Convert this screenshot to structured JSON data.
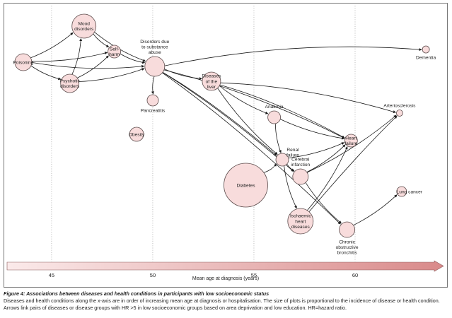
{
  "figure": {
    "axis": {
      "title": "Mean age at diagnosis (years)",
      "min": 42.8,
      "max": 64.3,
      "ticks": [
        45,
        50,
        55,
        60
      ],
      "gridlines": [
        45,
        50,
        55,
        60
      ]
    },
    "nodes": [
      {
        "id": "poisoning",
        "label": [
          "Poisoning"
        ],
        "age": 43.6,
        "level": 0.78,
        "r": 12,
        "label_pos": "inside"
      },
      {
        "id": "mood",
        "label": [
          "Mood",
          "disorders"
        ],
        "age": 46.6,
        "level": 0.95,
        "r": 17,
        "label_pos": "inside"
      },
      {
        "id": "psychotic",
        "label": [
          "Psychotic",
          "disorders"
        ],
        "age": 45.9,
        "level": 0.68,
        "r": 13,
        "label_pos": "inside"
      },
      {
        "id": "selfharm",
        "label": [
          "Self-",
          "harm"
        ],
        "age": 48.1,
        "level": 0.83,
        "r": 9,
        "label_pos": "inside"
      },
      {
        "id": "substance",
        "label": [
          "Disorders due",
          "to substance",
          "abuse"
        ],
        "age": 50.1,
        "level": 0.76,
        "r": 14,
        "label_pos": "above"
      },
      {
        "id": "pancreatitis",
        "label": [
          "Pancreatitis"
        ],
        "age": 50.0,
        "level": 0.6,
        "r": 8,
        "label_pos": "below"
      },
      {
        "id": "obesity",
        "label": [
          "Obesity"
        ],
        "age": 49.2,
        "level": 0.44,
        "r": 10,
        "label_pos": "inside"
      },
      {
        "id": "liver",
        "label": [
          "Diseases",
          "of the",
          "liver"
        ],
        "age": 52.9,
        "level": 0.69,
        "r": 13,
        "label_pos": "inside"
      },
      {
        "id": "anaemia",
        "label": [
          "Anaemia"
        ],
        "age": 56.0,
        "level": 0.52,
        "r": 9,
        "label_pos": "above"
      },
      {
        "id": "diabetes",
        "label": [
          "Diabetes"
        ],
        "age": 54.6,
        "level": 0.2,
        "r": 31,
        "label_pos": "inside"
      },
      {
        "id": "renal",
        "label": [
          "Renal",
          "failure"
        ],
        "age": 56.4,
        "level": 0.32,
        "r": 9,
        "label_pos": "above-right"
      },
      {
        "id": "cerebral",
        "label": [
          "Cerebral",
          "infarction"
        ],
        "age": 57.3,
        "level": 0.24,
        "r": 11,
        "label_pos": "above"
      },
      {
        "id": "ischaemic",
        "label": [
          "Ischaemic",
          "heart",
          "diseases"
        ],
        "age": 57.3,
        "level": 0.03,
        "r": 18,
        "label_pos": "inside"
      },
      {
        "id": "heart_failure",
        "label": [
          "Heart",
          "failure"
        ],
        "age": 59.8,
        "level": 0.41,
        "r": 9,
        "label_pos": "inside"
      },
      {
        "id": "arteriosclerosis",
        "label": [
          "Arteriosclerosis"
        ],
        "age": 62.2,
        "level": 0.54,
        "r": 4.5,
        "label_pos": "above"
      },
      {
        "id": "dementia",
        "label": [
          "Dementia"
        ],
        "age": 63.5,
        "level": 0.84,
        "r": 5,
        "label_pos": "below"
      },
      {
        "id": "copd",
        "label": [
          "Chronic",
          "obstructive",
          "bronchitis"
        ],
        "age": 59.6,
        "level": -0.01,
        "r": 11,
        "label_pos": "below"
      },
      {
        "id": "lung_cancer",
        "label": [
          "Lung cancer"
        ],
        "age": 62.3,
        "level": 0.17,
        "r": 7,
        "label_pos": "right"
      }
    ],
    "edges": [
      [
        "poisoning",
        "mood"
      ],
      [
        "poisoning",
        "psychotic"
      ],
      [
        "poisoning",
        "selfharm"
      ],
      [
        "poisoning",
        "substance"
      ],
      [
        "mood",
        "selfharm"
      ],
      [
        "mood",
        "substance"
      ],
      [
        "psychotic",
        "mood"
      ],
      [
        "psychotic",
        "selfharm"
      ],
      [
        "psychotic",
        "substance"
      ],
      [
        "selfharm",
        "substance"
      ],
      [
        "substance",
        "pancreatitis"
      ],
      [
        "substance",
        "liver"
      ],
      [
        "substance",
        "renal"
      ],
      [
        "substance",
        "cerebral"
      ],
      [
        "substance",
        "heart_failure"
      ],
      [
        "substance",
        "dementia"
      ],
      [
        "substance",
        "copd"
      ],
      [
        "liver",
        "anaemia"
      ],
      [
        "liver",
        "renal"
      ],
      [
        "liver",
        "heart_failure"
      ],
      [
        "liver",
        "arteriosclerosis"
      ],
      [
        "anaemia",
        "renal"
      ],
      [
        "anaemia",
        "heart_failure"
      ],
      [
        "diabetes",
        "renal"
      ],
      [
        "renal",
        "cerebral"
      ],
      [
        "renal",
        "heart_failure"
      ],
      [
        "renal",
        "ischaemic"
      ],
      [
        "cerebral",
        "heart_failure"
      ],
      [
        "cerebral",
        "arteriosclerosis"
      ],
      [
        "ischaemic",
        "heart_failure"
      ],
      [
        "cerebral",
        "copd"
      ],
      [
        "copd",
        "lung_cancer"
      ],
      [
        "ischaemic",
        "arteriosclerosis"
      ]
    ]
  },
  "caption": {
    "title": "Figure 4: Associations between diseases and health conditions in participants with low socioeconomic status",
    "line1": "Diseases and health conditions along the x-axis are in order of increasing mean age at diagnosis or hospitalisation. The size of plots is proportional to the incidence of disease or health condition.",
    "line2": "Arrows link pairs of diseases or disease groups with HR >5 in low socioeconomic groups based on area deprivation and low education. HR=hazard ratio."
  },
  "colors": {
    "node_fill": "#f8dcdc",
    "node_stroke": "#5a4a4a",
    "axis_bar_start": "#fbeaea",
    "axis_bar_end": "#d98a8a",
    "edge": "#1a1a1a"
  }
}
